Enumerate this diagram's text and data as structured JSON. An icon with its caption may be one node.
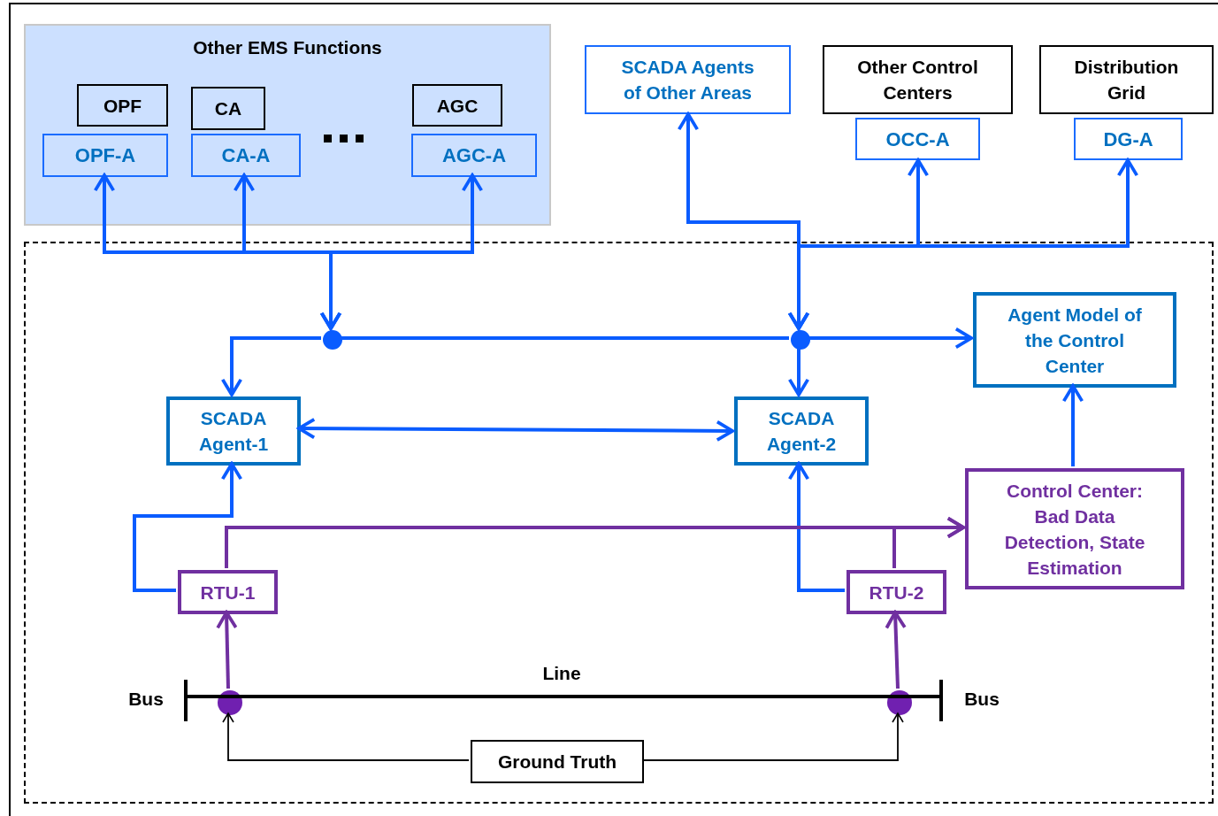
{
  "diagram": {
    "nodes": [
      {
        "text": [
          "Other EMS Functions"
        ]
      },
      {
        "text": [
          "OPF"
        ],
        "in": 0
      },
      {
        "text": [
          "OPF-A"
        ],
        "in": 0
      },
      {
        "text": [
          "CA"
        ],
        "in": 0
      },
      {
        "text": [
          "CA-A"
        ],
        "in": 0
      },
      {
        "text": [
          "AGC"
        ],
        "in": 0
      },
      {
        "text": [
          "AGC-A"
        ],
        "in": 0
      },
      {
        "text": [
          "SCADA Agents of Other Areas"
        ]
      },
      {
        "text": [
          "Other Control Centers"
        ]
      },
      {
        "text": [
          "OCC-A"
        ]
      },
      {
        "text": [
          "Distribution Grid"
        ]
      },
      {
        "text": [
          "DG-A"
        ]
      },
      {
        "text": [],
        "shape": "box"
      },
      {
        "text": [],
        "shape": "circle",
        "in": 12
      },
      {
        "text": [],
        "shape": "circle",
        "in": 12
      },
      {
        "text": [
          "Agent Model of the Control Center"
        ],
        "in": 12
      },
      {
        "text": [
          "SCADA Agent-1"
        ],
        "in": 12
      },
      {
        "text": [
          "SCADA Agent-2"
        ],
        "in": 12
      },
      {
        "text": [
          "Control Center: Bad Data Detection, State Estimation"
        ],
        "in": 12
      },
      {
        "text": [
          "RTU-1"
        ],
        "in": 12
      },
      {
        "text": [
          "RTU-2"
        ],
        "in": 12
      },
      {
        "text": [],
        "shape": "circle",
        "in": 12
      },
      {
        "text": [],
        "shape": "circle",
        "in": 12
      },
      {
        "text": [
          "Ground Truth"
        ],
        "in": 12
      }
    ],
    "edges": [
      {
        "from": 13,
        "to": 2,
        "arrow": "both"
      },
      {
        "from": 13,
        "to": 4,
        "arrow": "both"
      },
      {
        "from": 13,
        "to": 6,
        "arrow": "both"
      },
      {
        "from": 13,
        "to": 16,
        "arrow": "to"
      },
      {
        "from": 13,
        "to": 14,
        "arrow": "none"
      },
      {
        "from": 14,
        "to": 15,
        "arrow": "to"
      },
      {
        "from": 14,
        "to": 17,
        "arrow": "to"
      },
      {
        "from": 14,
        "to": 7,
        "arrow": "both"
      },
      {
        "from": 14,
        "to": 9,
        "arrow": "both"
      },
      {
        "from": 14,
        "to": 11,
        "arrow": "both"
      },
      {
        "from": 16,
        "to": 17,
        "arrow": "both"
      },
      {
        "from": 18,
        "to": 15,
        "arrow": "to"
      },
      {
        "from": 19,
        "to": 16,
        "arrow": "to"
      },
      {
        "from": 20,
        "to": 17,
        "arrow": "to"
      },
      {
        "from": 19,
        "to": 18,
        "arrow": "to",
        "color": "#7030a0"
      },
      {
        "from": 20,
        "to": 18,
        "arrow": "to",
        "color": "#7030a0"
      },
      {
        "from": 21,
        "to": 19,
        "arrow": "to",
        "color": "#7030a0"
      },
      {
        "from": 22,
        "to": 20,
        "arrow": "to",
        "color": "#7030a0"
      },
      {
        "from": 23,
        "to": 21,
        "arrow": "to",
        "color": "#000000"
      },
      {
        "from": 23,
        "to": 22,
        "arrow": "to",
        "color": "#000000"
      }
    ],
    "labels": [
      "Line",
      "Bus",
      "Bus"
    ]
  }
}
